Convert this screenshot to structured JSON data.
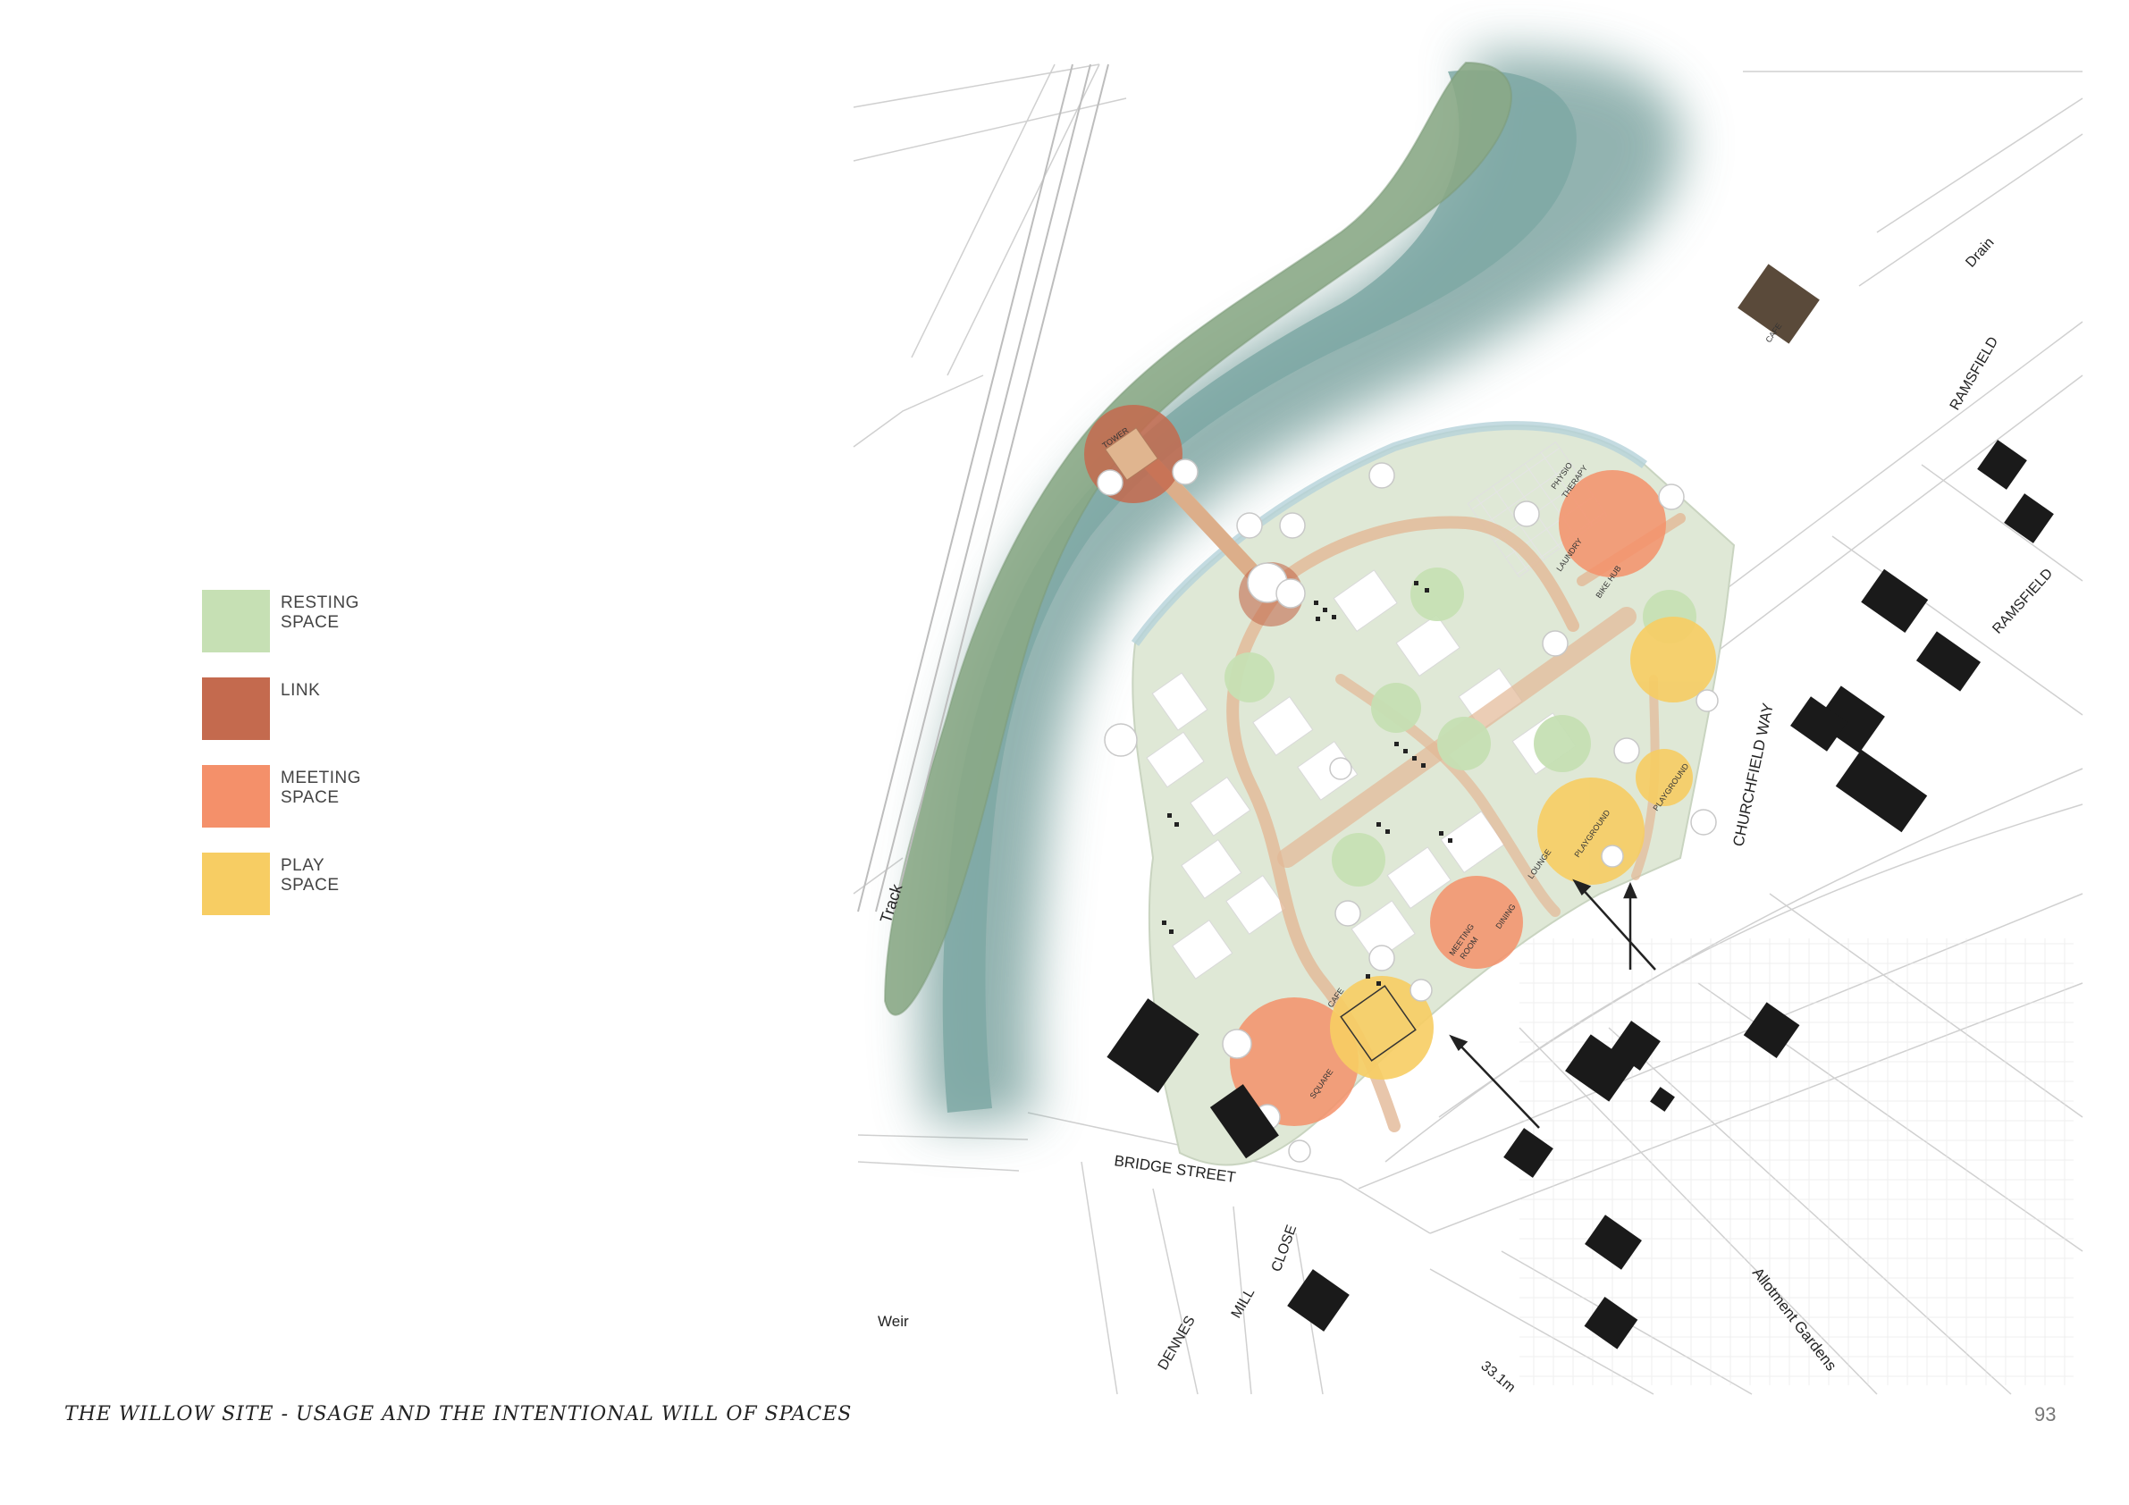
{
  "legend": [
    {
      "label": "RESTING SPACE",
      "color": "#c6e0b4"
    },
    {
      "label": "LINK",
      "color": "#c46a4e"
    },
    {
      "label": "MEETING SPACE",
      "color": "#f4906a"
    },
    {
      "label": "PLAY SPACE",
      "color": "#f7cd63"
    }
  ],
  "caption": "THE WILLOW SITE -  USAGE AND THE INTENTIONAL WILL OF SPACES",
  "page_number": "93",
  "map_labels": {
    "bridge_street": "BRIDGE STREET",
    "churchfield_way": "CHURCHFIELD WAY",
    "ramsfield_1": "RAMSFIELD",
    "ramsfield_2": "RAMSFIELD",
    "drain": "Drain",
    "track": "Track",
    "weir": "Weir",
    "dennes": "DENNES",
    "mill": "MILL",
    "close": "CLOSE",
    "allotment": "Allotment Gardens",
    "elevation": "33.1m"
  },
  "space_labels": {
    "tower": "TOWER",
    "cafe_top": "CAFE",
    "physio": "PHYSIO",
    "therapy": "THERAPY",
    "laundry": "LAUNDRY",
    "bike_hub": "BIKE HUB",
    "playground_1": "PLAYGROUND",
    "playground_2": "PLAYGROUND",
    "lounge": "LOUNGE",
    "dining": "DINING",
    "meeting": "MEETING",
    "room": "ROOM",
    "cafe": "CAFE",
    "square": "SQUARE"
  }
}
